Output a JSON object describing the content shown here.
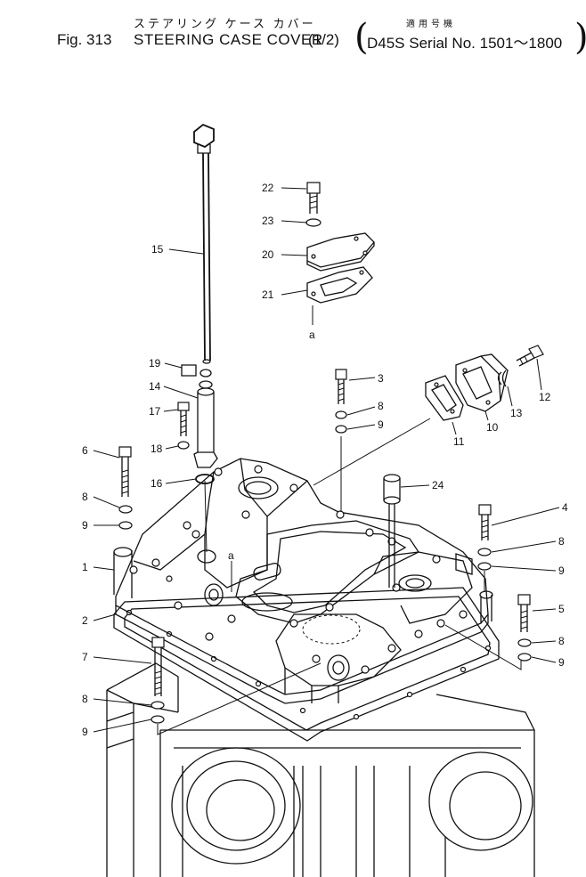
{
  "header": {
    "fig_label": "Fig. 313",
    "title_jp": "ステアリング ケース カバー",
    "title_en": "STEERING CASE COVER",
    "fraction": "(1/2)",
    "applic_jp": "適用号機",
    "applic_en": "D45S Serial No. 1501～1800",
    "paren_open": "(",
    "paren_close": ")"
  },
  "diagram": {
    "part_labels": [
      {
        "id": "22",
        "text": "22"
      },
      {
        "id": "23",
        "text": "23"
      },
      {
        "id": "20",
        "text": "20"
      },
      {
        "id": "21",
        "text": "21"
      },
      {
        "id": "a-top",
        "text": "a"
      },
      {
        "id": "15",
        "text": "15"
      },
      {
        "id": "19",
        "text": "19"
      },
      {
        "id": "14",
        "text": "14"
      },
      {
        "id": "17",
        "text": "17"
      },
      {
        "id": "18",
        "text": "18"
      },
      {
        "id": "16",
        "text": "16"
      },
      {
        "id": "3",
        "text": "3"
      },
      {
        "id": "8-a",
        "text": "8"
      },
      {
        "id": "9-a",
        "text": "9"
      },
      {
        "id": "11",
        "text": "11"
      },
      {
        "id": "10",
        "text": "10"
      },
      {
        "id": "13",
        "text": "13"
      },
      {
        "id": "12",
        "text": "12"
      },
      {
        "id": "6",
        "text": "6"
      },
      {
        "id": "8-b",
        "text": "8"
      },
      {
        "id": "9-b",
        "text": "9"
      },
      {
        "id": "24",
        "text": "24"
      },
      {
        "id": "4",
        "text": "4"
      },
      {
        "id": "8-c",
        "text": "8"
      },
      {
        "id": "9-c",
        "text": "9"
      },
      {
        "id": "1",
        "text": "1"
      },
      {
        "id": "a-mid",
        "text": "a"
      },
      {
        "id": "2",
        "text": "2"
      },
      {
        "id": "5",
        "text": "5"
      },
      {
        "id": "8-d",
        "text": "8"
      },
      {
        "id": "9-d",
        "text": "9"
      },
      {
        "id": "7",
        "text": "7"
      },
      {
        "id": "8-e",
        "text": "8"
      },
      {
        "id": "9-e",
        "text": "9"
      }
    ]
  }
}
